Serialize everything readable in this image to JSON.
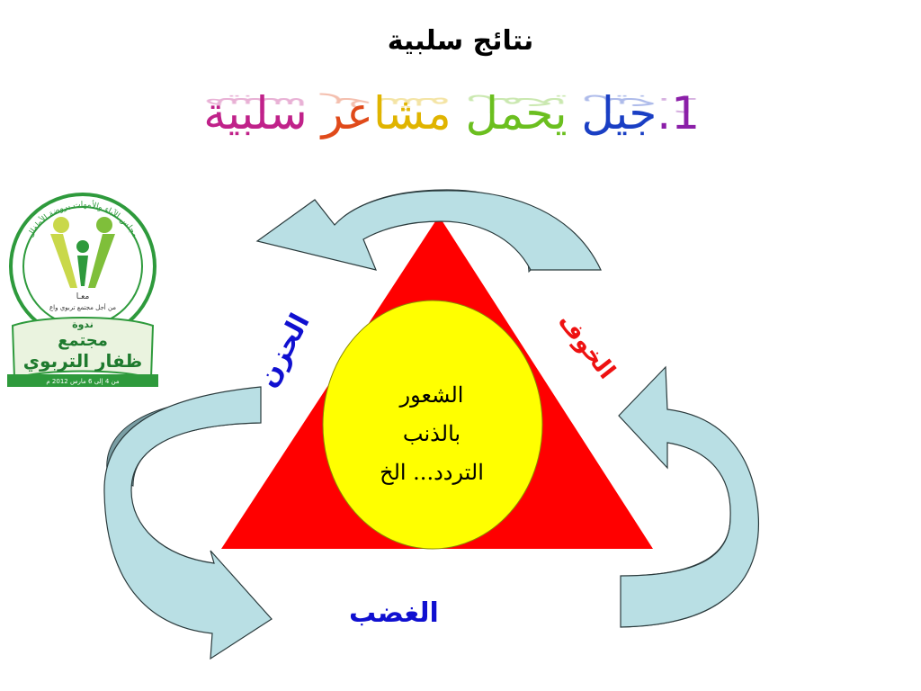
{
  "slide": {
    "title": "نتائج سلبية",
    "subtitle_segments": [
      {
        "text": "1.",
        "color": "#8b1fa8"
      },
      {
        "text": "جيل ",
        "color": "#1a3fc4"
      },
      {
        "text": "يحمل ",
        "color": "#6bbf1f"
      },
      {
        "text": "مشا",
        "color": "#e0b400"
      },
      {
        "text": "عر ",
        "color": "#e04a1a"
      },
      {
        "text": "سلبية",
        "color": "#c0228a"
      }
    ],
    "labels": {
      "sadness": "الحزن",
      "fear": "الخوف",
      "anger": "الغضب"
    },
    "center_lines": [
      "الشعور",
      "بالذنب",
      "التردد... الخ"
    ]
  },
  "logo": {
    "ring_text": "مجلس الآباء والأمهات بروضة الأطفال",
    "inner_label": "معـا",
    "inner_caption": "من أجل مجتمع تربوي واع",
    "badge": "ندوة",
    "line1": "مجتمع",
    "line2": "ظفار التربوي",
    "date": "من 4 إلى 6 مارس 2012 م"
  },
  "colors": {
    "triangle": "#ff0000",
    "circle": "#ffff00",
    "arrow_fill": "#b9dfe4",
    "arrow_shadow": "#7a9ea4",
    "sadness": "#1010d0",
    "fear": "#ee1111",
    "anger": "#1010d0",
    "logo_green": "#2e9a3c"
  }
}
